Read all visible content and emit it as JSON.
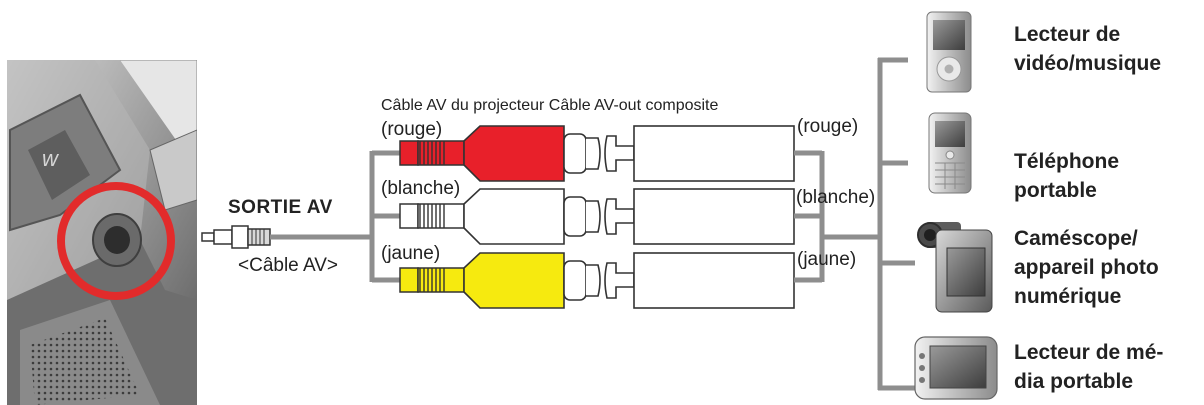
{
  "caption": "Câble AV du projecteur Câble AV-out composite",
  "port_label": "SORTIE AV",
  "cable_label": "<Câble AV>",
  "left_colors": [
    "(rouge)",
    "(blanche)",
    "(jaune)"
  ],
  "right_colors": [
    "(rouge)",
    "(blanche)",
    "(jaune)"
  ],
  "plug_colors": {
    "red": "#e8202a",
    "white": "#ffffff",
    "yellow": "#f6ea0f"
  },
  "devices": [
    {
      "icon": "media-player-icon",
      "line1": "Lecteur de",
      "line2": "vidéo/musique",
      "line3": ""
    },
    {
      "icon": "mobile-phone-icon",
      "line1": "Téléphone",
      "line2": "portable",
      "line3": ""
    },
    {
      "icon": "camcorder-icon",
      "line1": "Caméscope/",
      "line2": "appareil photo",
      "line3": "numérique"
    },
    {
      "icon": "portable-media-player-icon",
      "line1": "Lecteur de mé-",
      "line2": "dia portable",
      "line3": ""
    }
  ]
}
